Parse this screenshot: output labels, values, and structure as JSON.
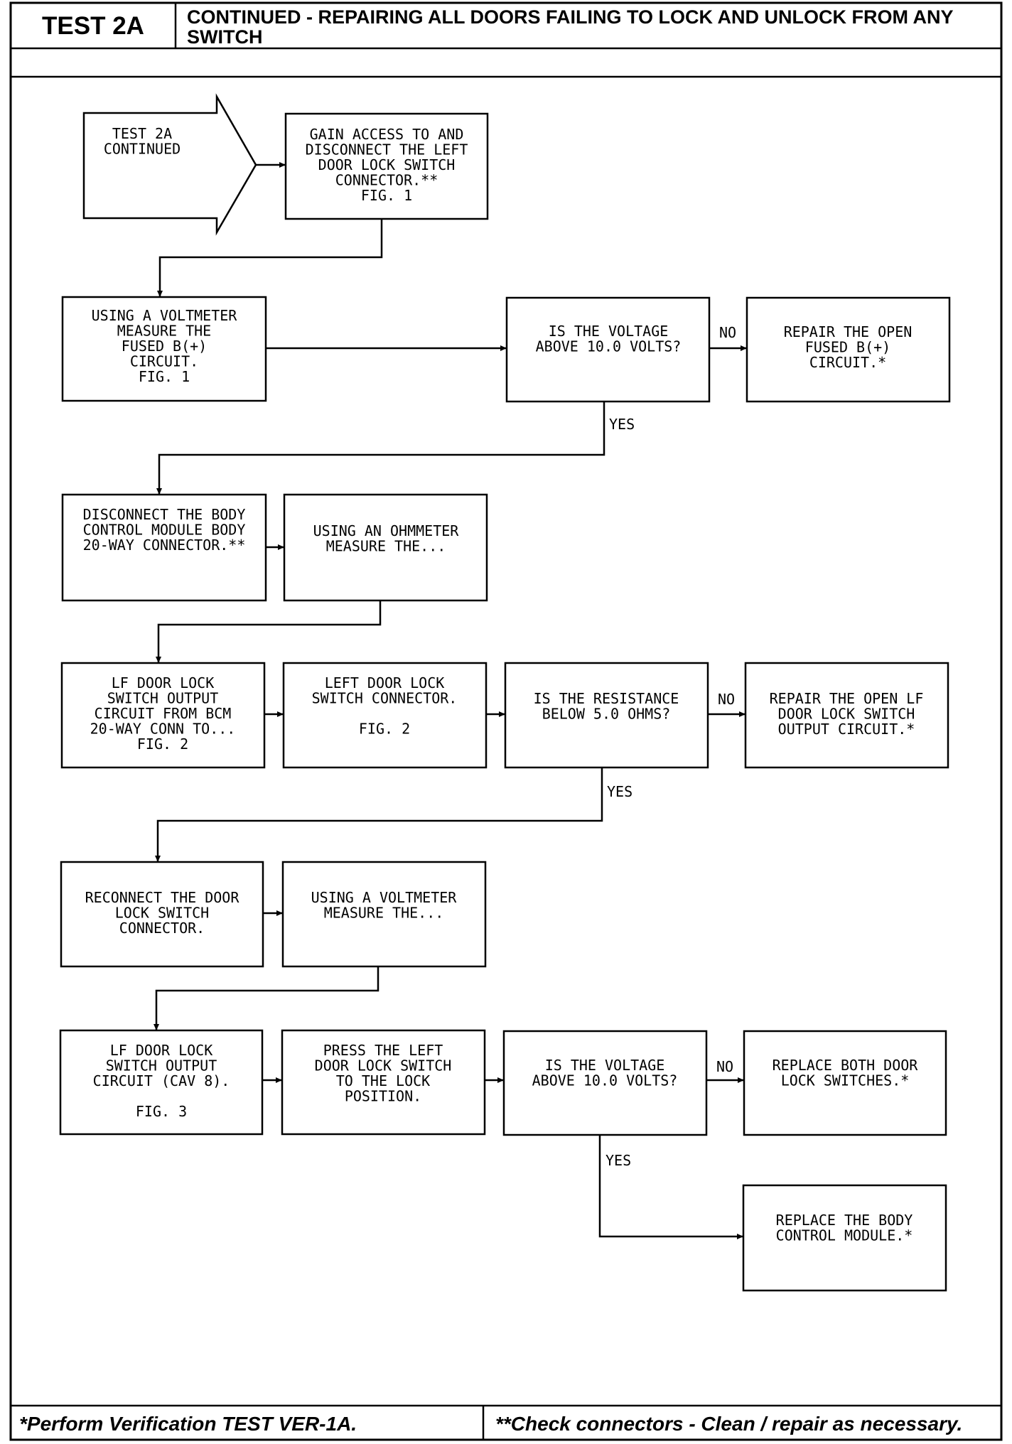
{
  "header": {
    "test_id": "TEST 2A",
    "title_line1": "CONTINUED - REPAIRING ALL DOORS FAILING TO LOCK AND UNLOCK FROM ANY",
    "title_line2": "SWITCH"
  },
  "flowchart": {
    "start": {
      "lines": [
        "TEST 2A",
        "CONTINUED"
      ]
    },
    "steps": {
      "gain_access": [
        "GAIN ACCESS TO AND",
        "DISCONNECT THE LEFT",
        "DOOR LOCK SWITCH",
        "CONNECTOR.**",
        "FIG. 1"
      ],
      "voltmeter_fused": [
        "USING A VOLTMETER",
        "MEASURE THE",
        "FUSED B(+)",
        "CIRCUIT.",
        "FIG. 1"
      ],
      "q_voltage_1": [
        "IS THE VOLTAGE",
        "ABOVE 10.0 VOLTS?"
      ],
      "repair_fused": [
        "REPAIR THE OPEN",
        "FUSED B(+)",
        "CIRCUIT.*"
      ],
      "disconnect_bcm": [
        "DISCONNECT THE BODY",
        "CONTROL MODULE BODY",
        "20-WAY CONNECTOR.**"
      ],
      "ohmmeter": [
        "USING AN OHMMETER",
        "MEASURE THE..."
      ],
      "lf_output_bcm": [
        "LF DOOR LOCK",
        "SWITCH OUTPUT",
        "CIRCUIT FROM BCM",
        "20-WAY CONN TO...",
        "FIG. 2"
      ],
      "left_conn": [
        "LEFT DOOR LOCK",
        "SWITCH CONNECTOR.",
        "",
        "FIG. 2"
      ],
      "q_resistance": [
        "IS THE RESISTANCE",
        "BELOW 5.0 OHMS?"
      ],
      "repair_lf_output": [
        "REPAIR THE OPEN LF",
        "DOOR LOCK SWITCH",
        "OUTPUT CIRCUIT.*"
      ],
      "reconnect": [
        "RECONNECT THE DOOR",
        "LOCK SWITCH",
        "CONNECTOR."
      ],
      "voltmeter_2": [
        "USING A VOLTMETER",
        "MEASURE THE..."
      ],
      "lf_output_cav8": [
        "LF DOOR LOCK",
        "SWITCH OUTPUT",
        "CIRCUIT (CAV 8).",
        "",
        "FIG. 3"
      ],
      "press_left": [
        "PRESS THE LEFT",
        "DOOR LOCK SWITCH",
        "TO THE LOCK",
        "POSITION."
      ],
      "q_voltage_2": [
        "IS THE VOLTAGE",
        "ABOVE 10.0 VOLTS?"
      ],
      "replace_switches": [
        "REPLACE BOTH DOOR",
        "LOCK SWITCHES.*"
      ],
      "replace_bcm": [
        "REPLACE THE BODY",
        "CONTROL MODULE.*"
      ]
    },
    "labels": {
      "no": "NO",
      "yes": "YES"
    }
  },
  "footer": {
    "left": "*Perform Verification TEST VER-1A.",
    "right": "**Check connectors - Clean / repair as necessary."
  }
}
